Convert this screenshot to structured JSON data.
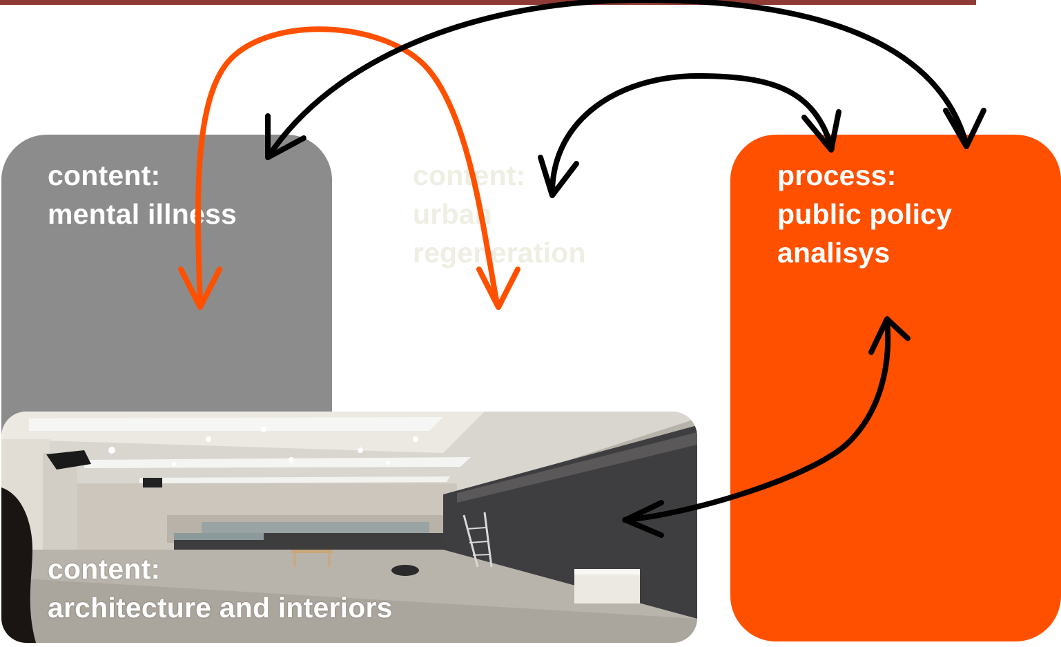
{
  "nodes": {
    "mental_illness": {
      "line1": "content:",
      "line2": "mental illness"
    },
    "urban_regeneration": {
      "line1": "content:",
      "line2": "urban",
      "line3": "regeneration"
    },
    "public_policy": {
      "line1": "process:",
      "line2": "public policy",
      "line3": "analisys"
    },
    "architecture": {
      "line1": "content:",
      "line2": "architecture and interiors"
    }
  },
  "colors": {
    "top_bar": "#8f3a34",
    "mental_box": "#8c8c8c",
    "policy_box": "#ff5000",
    "urban_text": "#eeeee3",
    "orange_arrow": "#ff5000",
    "black_arrow": "#000000"
  }
}
